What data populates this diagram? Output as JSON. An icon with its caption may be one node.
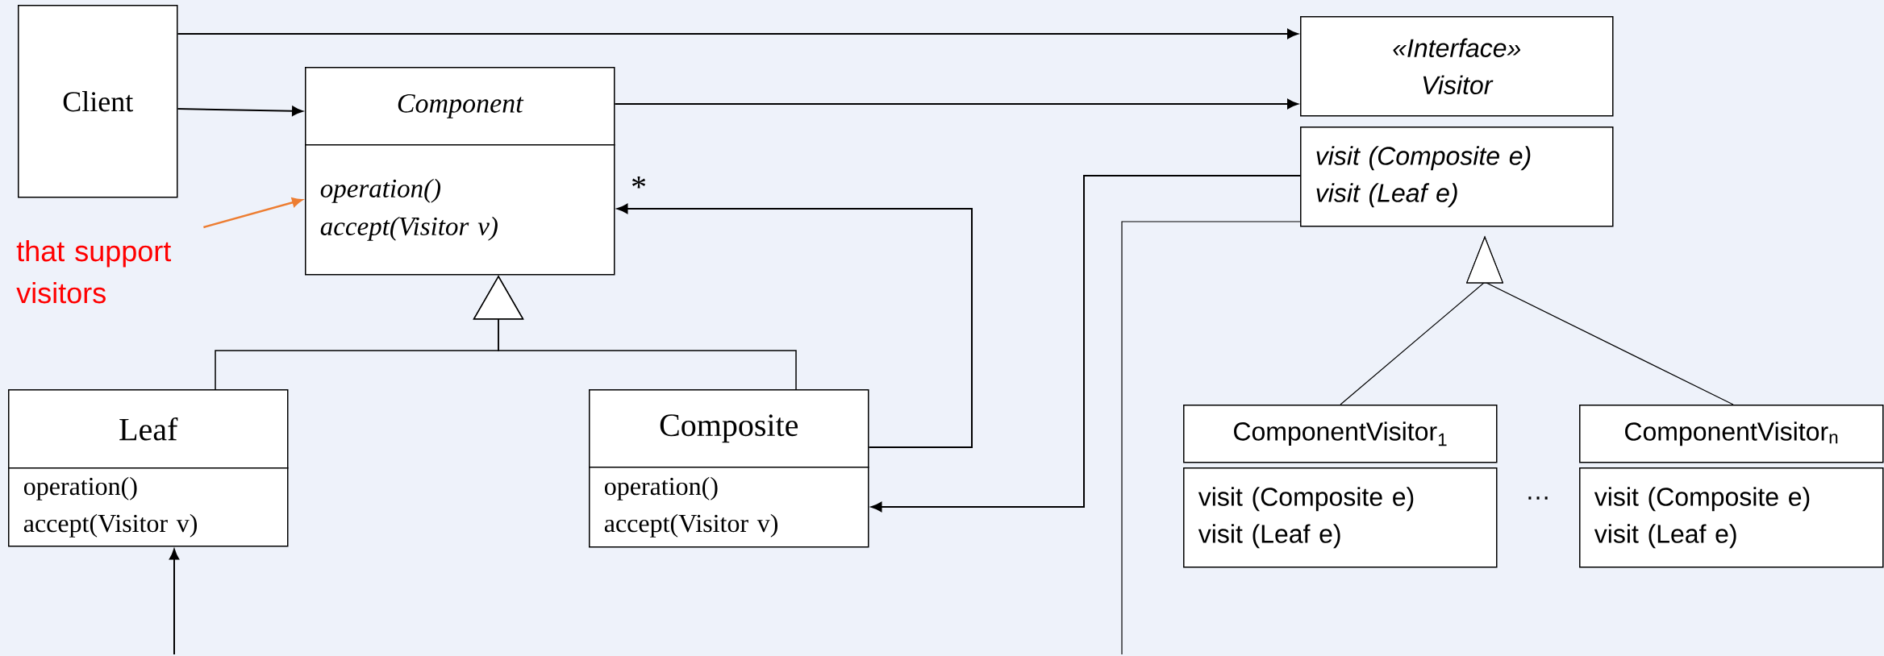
{
  "diagram": {
    "nodes": [
      {
        "text": [
          "Client"
        ]
      },
      {
        "text": [
          "Component"
        ]
      },
      {
        "text": [
          "operation()",
          "accept(Visitor v)"
        ]
      },
      {
        "text": [
          "Leaf"
        ]
      },
      {
        "text": [
          "operation()",
          "accept(Visitor v)"
        ]
      },
      {
        "text": [
          "Composite"
        ]
      },
      {
        "text": [
          "operation()",
          "accept(Visitor v)"
        ]
      },
      {
        "text": [
          "«Interface»",
          "Visitor"
        ]
      },
      {
        "text": [
          "visit (Composite e)",
          "visit (Leaf e)"
        ]
      },
      {
        "text": [
          "ComponentVisitor$_{1}$"
        ]
      },
      {
        "text": [
          "visit (Composite e)",
          "visit (Leaf e)"
        ]
      },
      {
        "text": [
          "ComponentVisitor$_{n}$"
        ]
      },
      {
        "text": [
          "visit (Composite e)",
          "visit (Leaf e)"
        ]
      },
      {
        "text": [
          "that support visitors"
        ]
      }
    ],
    "edges": [
      {
        "from": 0,
        "to": 7,
        "arrow": "to"
      },
      {
        "from": 0,
        "to": 1,
        "arrow": "to"
      },
      {
        "from": 1,
        "to": 7,
        "arrow": "to"
      },
      {
        "from": 5,
        "to": 2,
        "arrow": "to"
      },
      {
        "from": 8,
        "to": 6,
        "arrow": "to"
      },
      {
        "from": 8,
        "to": null,
        "arrow": "none"
      },
      {
        "from": null,
        "to": 4,
        "arrow": "to"
      },
      {
        "from": 3,
        "to": 2,
        "arrow": "to"
      },
      {
        "from": 5,
        "to": 2,
        "arrow": "to"
      },
      {
        "from": 9,
        "to": 8,
        "arrow": "to"
      },
      {
        "from": 11,
        "to": 8,
        "arrow": "to"
      },
      {
        "from": 13,
        "to": 2,
        "arrow": "to",
        "color": "#ed7d31"
      }
    ],
    "labels": [
      "*",
      "…"
    ]
  }
}
